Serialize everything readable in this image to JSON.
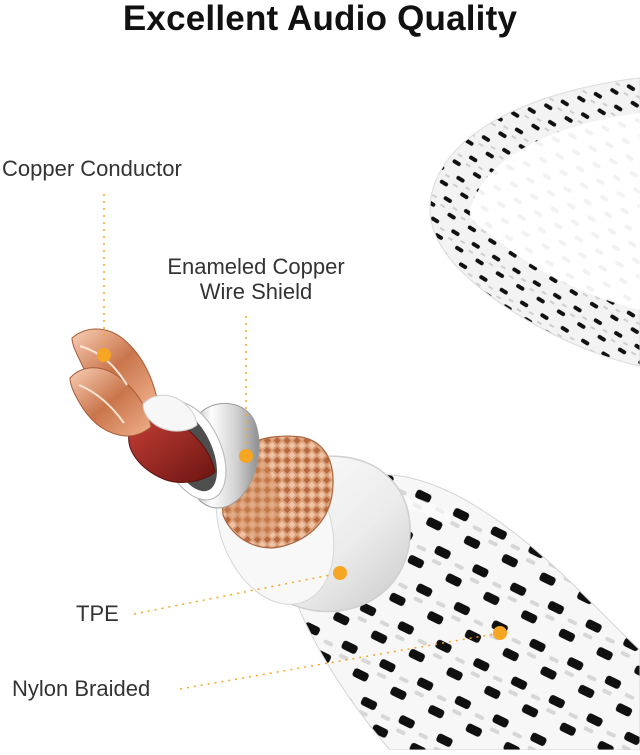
{
  "title": "Excellent Audio Quality",
  "labels": {
    "copper_conductor": "Copper Conductor",
    "enameled_shield_line1": "Enameled Copper",
    "enameled_shield_line2": "Wire Shield",
    "tpe": "TPE",
    "nylon_braided": "Nylon Braided"
  },
  "colors": {
    "accent_orange": "#f6a623",
    "copper": "#d28b5a",
    "red_insulation": "#9b1f1b",
    "braid_black": "#111111",
    "braid_white": "#f2f2f2"
  }
}
